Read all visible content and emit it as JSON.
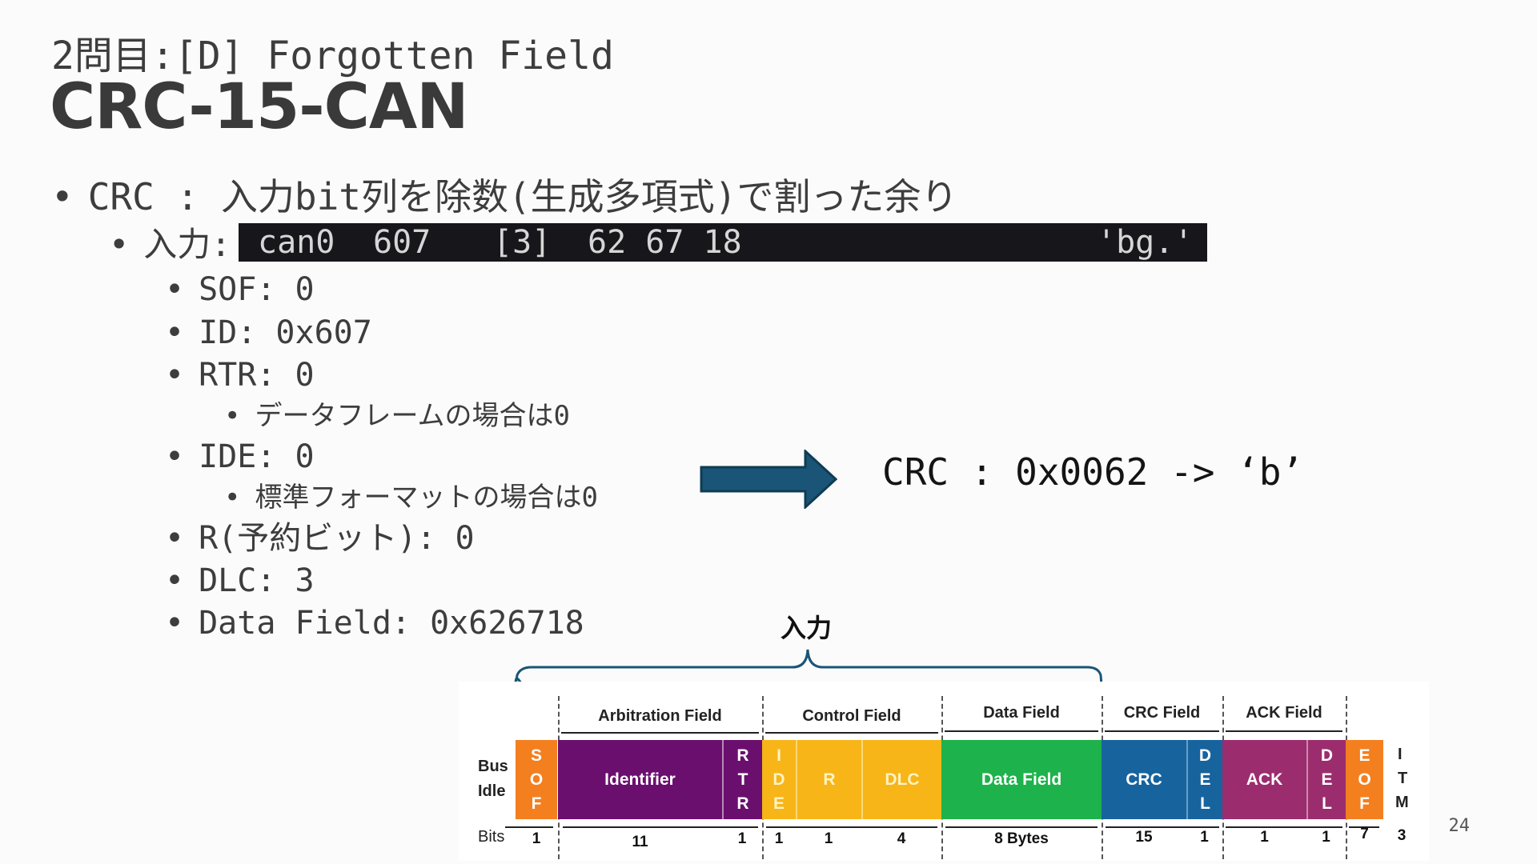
{
  "header": {
    "subtitle": "2問目:[D] Forgotten Field",
    "title": "CRC-15-CAN"
  },
  "bullets": {
    "crc": "CRC : 入力bit列を除数(生成多項式)で割った余り",
    "input": "入力:",
    "sof": "SOF: 0",
    "id": "ID: 0x607",
    "rtr": "RTR: 0",
    "rtr_note": "データフレームの場合は0",
    "ide": "IDE: 0",
    "ide_note": "標準フォーマットの場合は0",
    "r": "R(予約ビット): 0",
    "dlc": "DLC: 3",
    "data": "Data Field: 0x626718"
  },
  "command": {
    "iface": "can0",
    "id": "607",
    "len": "[3]",
    "bytes": "62 67 18",
    "ascii": "'bg.'"
  },
  "result": {
    "text": "CRC : 0x0062 -> ‘b’",
    "arrow_color": "#1a5577"
  },
  "input_label": "入力",
  "diagram": {
    "side_labels": {
      "bus_idle_1": "Bus",
      "bus_idle_2": "Idle",
      "bits": "Bits",
      "itm": [
        "I",
        "T",
        "M"
      ]
    },
    "group_labels": {
      "arbitration": "Arbitration Field",
      "control": "Control Field",
      "data": "Data Field",
      "crc": "CRC Field",
      "ack": "ACK Field"
    },
    "fields": {
      "sof": [
        "S",
        "O",
        "F"
      ],
      "identifier": "Identifier",
      "rtr": [
        "R",
        "T",
        "R"
      ],
      "ide": [
        "I",
        "D",
        "E"
      ],
      "r": "R",
      "dlc": "DLC",
      "data": "Data Field",
      "crc": "CRC",
      "del1": [
        "D",
        "E",
        "L"
      ],
      "ack": "ACK",
      "del2": [
        "D",
        "E",
        "L"
      ],
      "eof": [
        "E",
        "O",
        "F"
      ]
    },
    "bits": {
      "sof": "1",
      "identifier": "11",
      "rtr": "1",
      "ide": "1",
      "r": "1",
      "dlc": "4",
      "data": "8 Bytes",
      "crc": "15",
      "del1": "1",
      "ack": "1",
      "del2": "1",
      "eof": "7",
      "itm": "3"
    },
    "colors": {
      "sof": "#f47f1f",
      "identifier": "#6b0f6f",
      "ide": "#f7b517",
      "data": "#1db24b",
      "crc": "#17639e",
      "ack": "#9b2d6e",
      "eof": "#f47f1f",
      "brace": "#1a5577"
    }
  },
  "page_number": "24"
}
